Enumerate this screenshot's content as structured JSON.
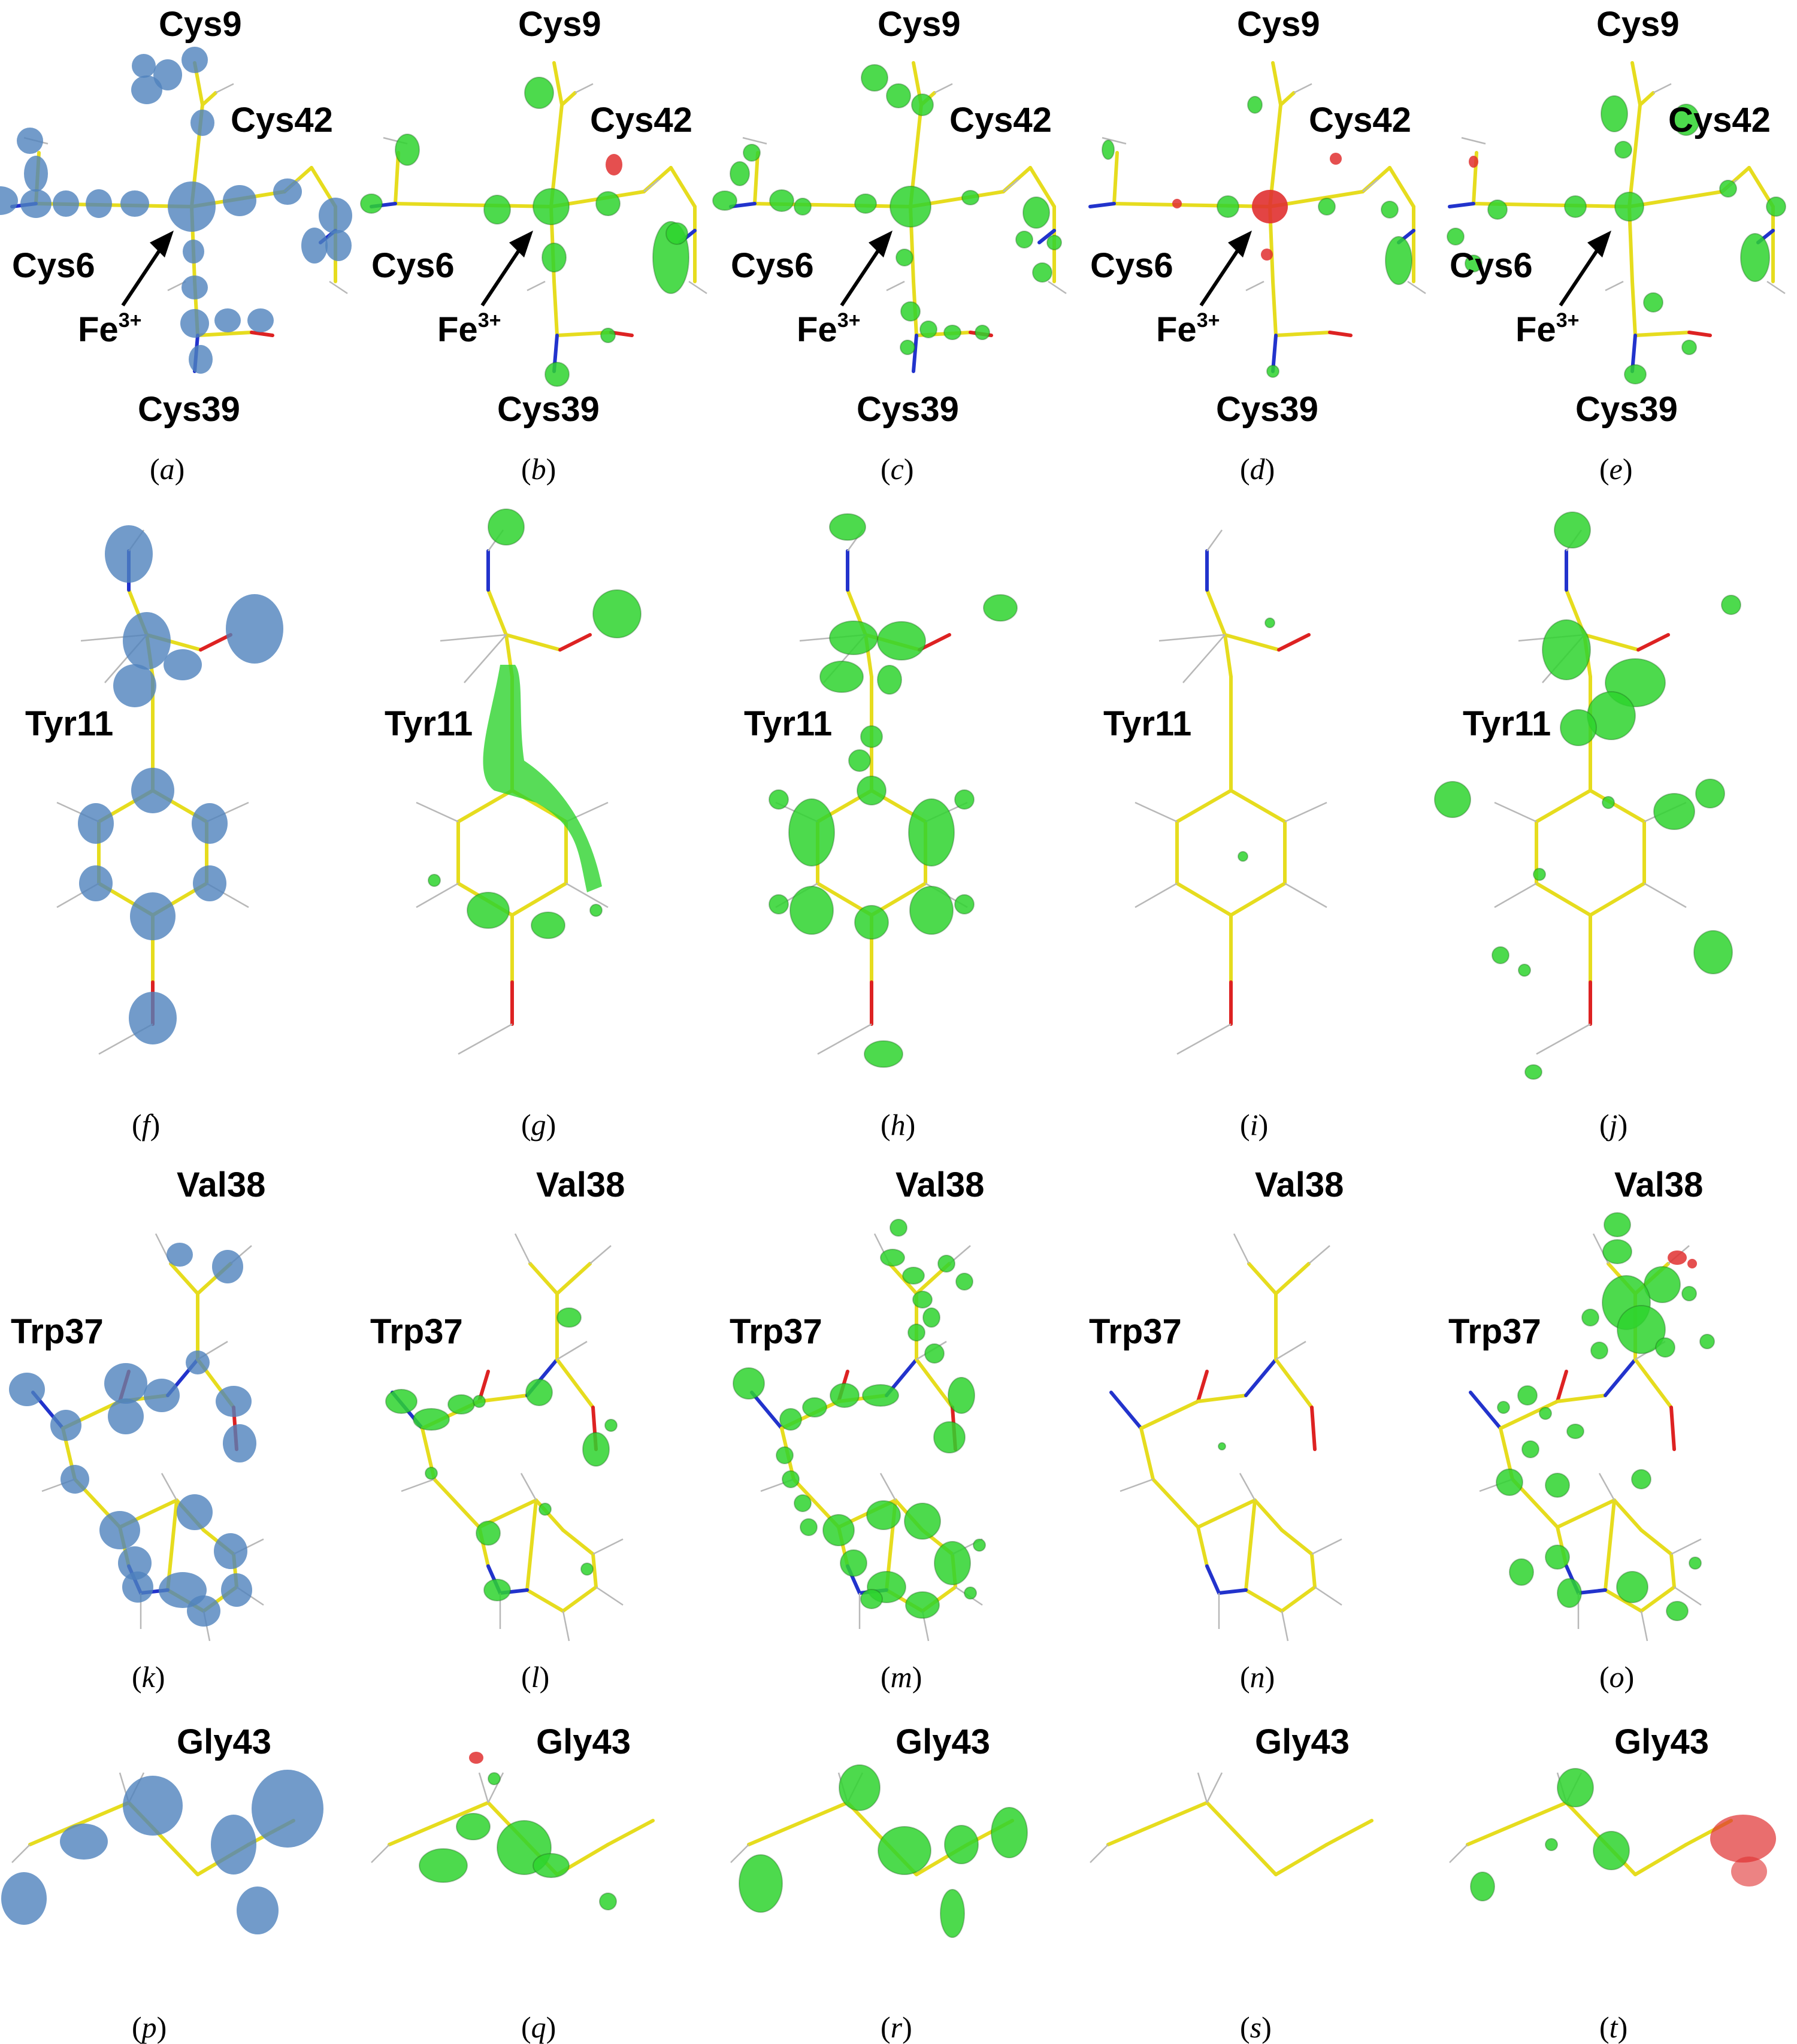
{
  "labels": {
    "cys9": "Cys9",
    "cys42": "Cys42",
    "cys6": "Cys6",
    "cys39": "Cys39",
    "fe": "Fe",
    "fe_charge": "3+",
    "tyr11": "Tyr11",
    "val38": "Val38",
    "trp37": "Trp37",
    "gly43": "Gly43"
  },
  "captions": [
    "(a)",
    "(b)",
    "(c)",
    "(d)",
    "(e)",
    "(f)",
    "(g)",
    "(h)",
    "(i)",
    "(j)",
    "(k)",
    "(l)",
    "(m)",
    "(n)",
    "(o)",
    "(p)",
    "(q)",
    "(r)",
    "(s)",
    "(t)"
  ],
  "colors": {
    "bond": "#e6dc1e",
    "nitrogen": "#2233cc",
    "oxygen": "#dd2222",
    "hydrogen": "#b8b8b8",
    "blue_density": "#4f82bd",
    "green_density": "#2ed32e",
    "red_density": "#e03030"
  }
}
